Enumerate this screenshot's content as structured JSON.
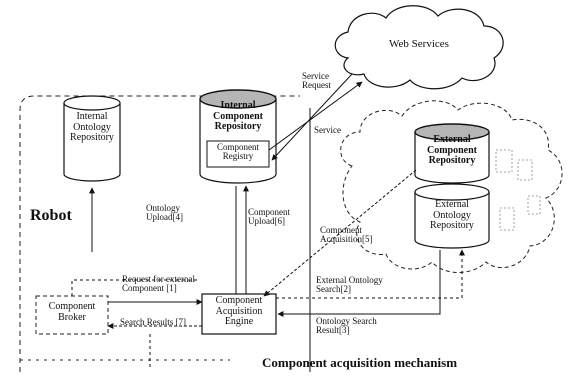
{
  "title": "Component acquisition mechanism",
  "boundary_label": "Robot",
  "nodes": {
    "web_services": "Web Services",
    "internal_ontology_repository": "Internal Ontology Repository",
    "internal_component_repository": "Internal Component Repository",
    "component_registry": "Component Registry",
    "external_component_repository": "External Component Repository",
    "external_ontology_repository": "External Ontology Repository",
    "component_acquisition_engine": "Component Acquisition Engine",
    "component_broker": "Component Broker"
  },
  "edges": {
    "service_request": "Service Request",
    "service": "Service",
    "ontology_upload": "Ontology Upload[4]",
    "component_upload": "Component Upload[6]",
    "component_acquisition": "Component Acquisition[5]",
    "request_external_component": "Request for external Component [1]",
    "external_ontology_search": "External Ontology Search[2]",
    "search_results": "Search Results [7]",
    "ontology_search_result": "Ontology Search Result[3]"
  },
  "colors": {
    "ink": "#111111",
    "shaded": "#b5b5b5"
  }
}
